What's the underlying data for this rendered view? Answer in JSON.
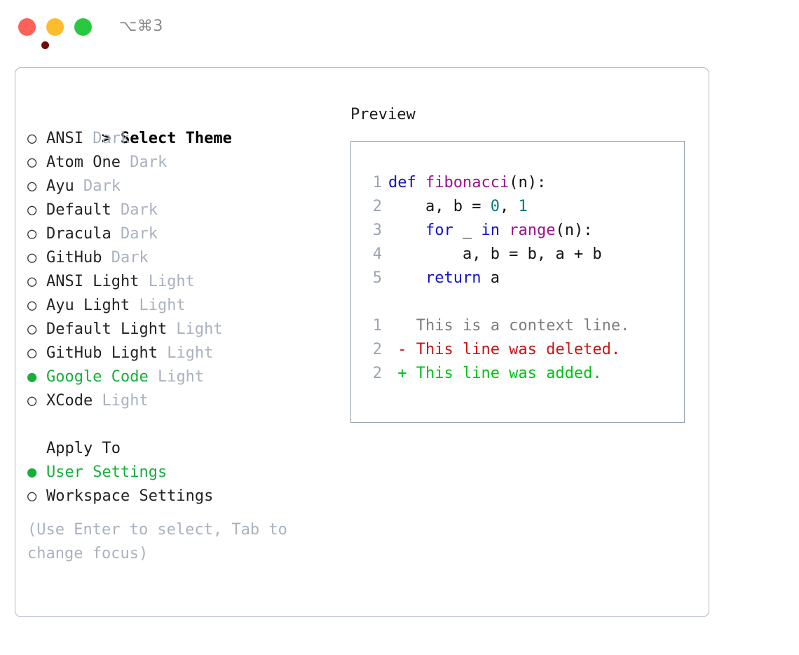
{
  "window": {
    "title_shortcut": "⌥⌘3",
    "traffic_lights": {
      "close": "close-button",
      "minimize": "minimize-button",
      "zoom": "zoom-button"
    }
  },
  "theme_picker": {
    "heading_marker": ">",
    "heading": "Select Theme",
    "unselected_marker": "○",
    "selected_marker": "●",
    "items": [
      {
        "name": "ANSI",
        "tag": "Dark",
        "selected": false
      },
      {
        "name": "Atom One",
        "tag": "Dark",
        "selected": false
      },
      {
        "name": "Ayu",
        "tag": "Dark",
        "selected": false
      },
      {
        "name": "Default",
        "tag": "Dark",
        "selected": false
      },
      {
        "name": "Dracula",
        "tag": "Dark",
        "selected": false
      },
      {
        "name": "GitHub",
        "tag": "Dark",
        "selected": false
      },
      {
        "name": "ANSI Light",
        "tag": "Light",
        "selected": false
      },
      {
        "name": "Ayu Light",
        "tag": "Light",
        "selected": false
      },
      {
        "name": "Default Light",
        "tag": "Light",
        "selected": false
      },
      {
        "name": "GitHub Light",
        "tag": "Light",
        "selected": false
      },
      {
        "name": "Google Code",
        "tag": "Light",
        "selected": true
      },
      {
        "name": "XCode",
        "tag": "Light",
        "selected": false
      }
    ]
  },
  "apply_to": {
    "heading": "Apply To",
    "items": [
      {
        "name": "User Settings",
        "selected": true
      },
      {
        "name": "Workspace Settings",
        "selected": false
      }
    ]
  },
  "hint": "(Use Enter to select, Tab to change focus)",
  "preview": {
    "label": "Preview",
    "code_lines": [
      {
        "num": "1",
        "tokens": [
          {
            "t": "def ",
            "c": "kw"
          },
          {
            "t": "fibonacci",
            "c": "fn"
          },
          {
            "t": "(n):",
            "c": "pl"
          }
        ]
      },
      {
        "num": "2",
        "tokens": [
          {
            "t": "    a, b = ",
            "c": "pl"
          },
          {
            "t": "0",
            "c": "num"
          },
          {
            "t": ", ",
            "c": "pl"
          },
          {
            "t": "1",
            "c": "num"
          }
        ]
      },
      {
        "num": "3",
        "tokens": [
          {
            "t": "    ",
            "c": "pl"
          },
          {
            "t": "for",
            "c": "kw"
          },
          {
            "t": " _ ",
            "c": "pl"
          },
          {
            "t": "in",
            "c": "kw"
          },
          {
            "t": " ",
            "c": "pl"
          },
          {
            "t": "range",
            "c": "fn"
          },
          {
            "t": "(n):",
            "c": "pl"
          }
        ]
      },
      {
        "num": "4",
        "tokens": [
          {
            "t": "        a, b = b, a + b",
            "c": "pl"
          }
        ]
      },
      {
        "num": "5",
        "tokens": [
          {
            "t": "    ",
            "c": "pl"
          },
          {
            "t": "return",
            "c": "kw"
          },
          {
            "t": " a",
            "c": "pl"
          }
        ]
      }
    ],
    "diff_lines": [
      {
        "num": "1",
        "sign": "  ",
        "text": "This is a context line.",
        "kind": "ctx"
      },
      {
        "num": "2",
        "sign": "- ",
        "text": "This line was deleted.",
        "kind": "del"
      },
      {
        "num": "2",
        "sign": "+ ",
        "text": "This line was added.",
        "kind": "add"
      }
    ]
  },
  "colors": {
    "accent_green": "#17af3c",
    "muted": "#a9b2bf",
    "keyword": "#1111cc",
    "function": "#9c0f8f",
    "number": "#007b7b",
    "diff_delete": "#cc1111",
    "diff_add": "#00c217",
    "panel_border": "#aeb7c4",
    "preview_border": "#9aa5b3"
  }
}
